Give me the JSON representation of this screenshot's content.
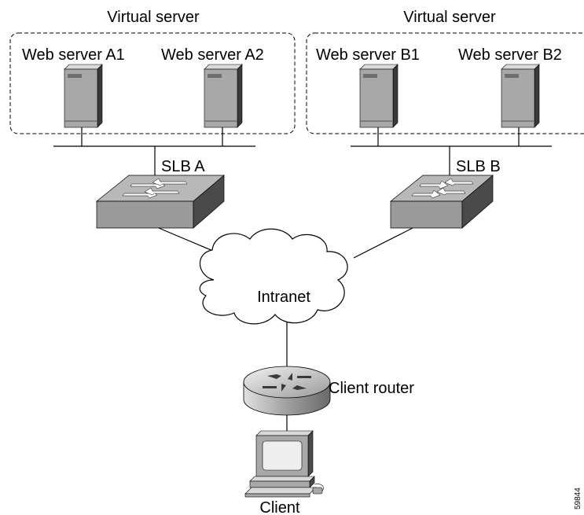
{
  "diagram": {
    "virtual_server_a": "Virtual server",
    "virtual_server_b": "Virtual server",
    "web_a1": "Web server A1",
    "web_a2": "Web server A2",
    "web_b1": "Web server B1",
    "web_b2": "Web server B2",
    "slb_a": "SLB A",
    "slb_b": "SLB B",
    "intranet": "Intranet",
    "client_router": "Client router",
    "client": "Client",
    "figure_id": "59844"
  },
  "colors": {
    "device_gray": "#a8a8a8",
    "device_dark": "#4a4a4a",
    "device_light": "#d9d9d9",
    "line": "#000000"
  }
}
